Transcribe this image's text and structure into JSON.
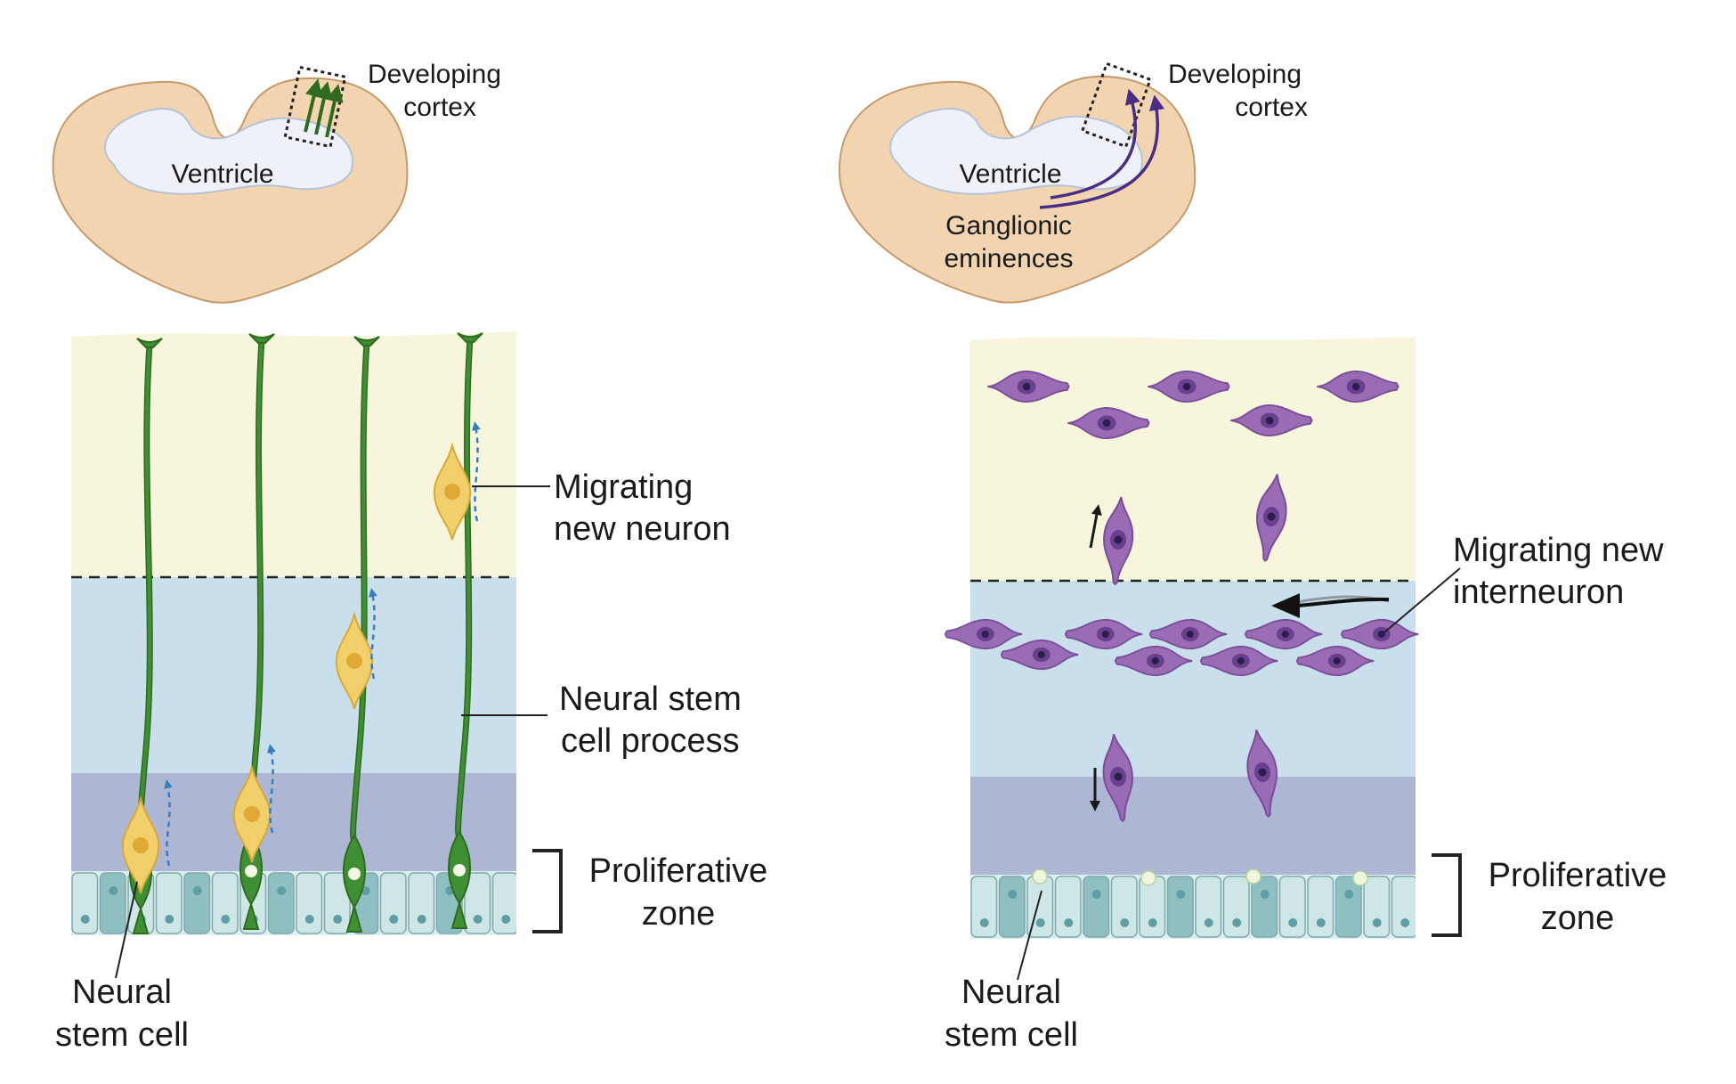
{
  "left_panel": {
    "brain": {
      "ventricle": "Ventricle",
      "cortex_line1": "Developing",
      "cortex_line2": "cortex"
    },
    "migrating_line1": "Migrating",
    "migrating_line2": "new neuron",
    "process_line1": "Neural stem",
    "process_line2": "cell process",
    "prolif_line1": "Proliferative",
    "prolif_line2": "zone",
    "nsc_line1": "Neural",
    "nsc_line2": "stem cell"
  },
  "right_panel": {
    "brain": {
      "ventricle": "Ventricle",
      "cortex_line1": "Developing",
      "cortex_line2": "cortex",
      "ge_line1": "Ganglionic",
      "ge_line2": "eminences"
    },
    "migrating_line1": "Migrating new",
    "migrating_line2": "interneuron",
    "prolif_line1": "Proliferative",
    "prolif_line2": "zone",
    "nsc_line1": "Neural",
    "nsc_line2": "stem cell"
  },
  "colors": {
    "brain_tissue": "#f2d5b0",
    "ventricle": "#eef2f8",
    "upper_zone": "#f7f5dc",
    "middle_zone": "#c9dfeb",
    "lower_zone": "#adb6d3",
    "proliferative_cells": "#cfe6e6",
    "radial_glia": "#3f8f34",
    "migrating_neuron": "#f1cf6a",
    "interneuron": "#9a6cb6",
    "migration_arrow": "#4a2d85",
    "dashed_arrow": "#3a7cc0"
  }
}
